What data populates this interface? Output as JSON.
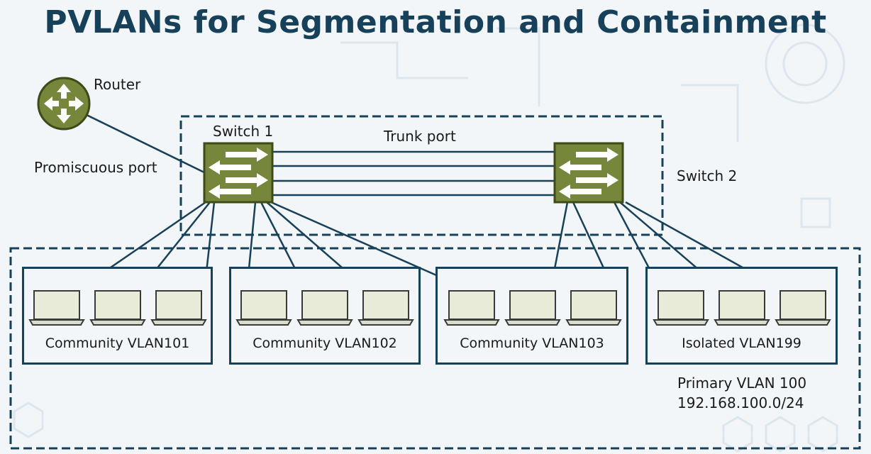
{
  "title": "PVLANs for Segmentation and Containment",
  "labels": {
    "router": "Router",
    "promiscuous_port": "Promiscuous port",
    "switch1": "Switch 1",
    "switch2": "Switch 2",
    "trunk_port": "Trunk port",
    "primary_vlan": "Primary VLAN 100",
    "subnet": "192.168.100.0/24"
  },
  "vlans": [
    {
      "label": "Community VLAN101"
    },
    {
      "label": "Community VLAN102"
    },
    {
      "label": "Community VLAN103"
    },
    {
      "label": "Isolated VLAN199"
    }
  ],
  "colors": {
    "title": "#17415a",
    "switch": "#76863a",
    "laptop_screen": "#e8ebd8",
    "border": "#17415a"
  }
}
